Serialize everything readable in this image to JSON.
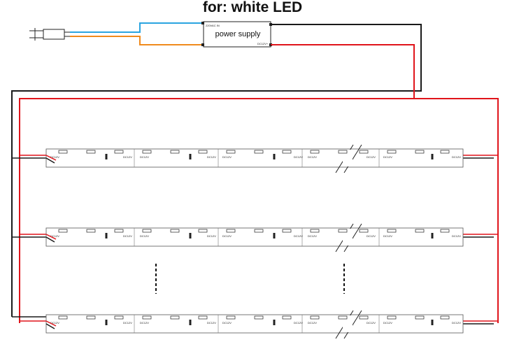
{
  "title": "for: white LED",
  "power_supply": {
    "label": "power supply",
    "input_rating": "220VAC IN",
    "output_rating": "DC12V+"
  },
  "strip": {
    "segment_label": "DC12V"
  },
  "wire_colors": {
    "black": "#1a1a1a",
    "red": "#e0141b",
    "blue": "#2aa4e0",
    "orange": "#f08a1c"
  }
}
